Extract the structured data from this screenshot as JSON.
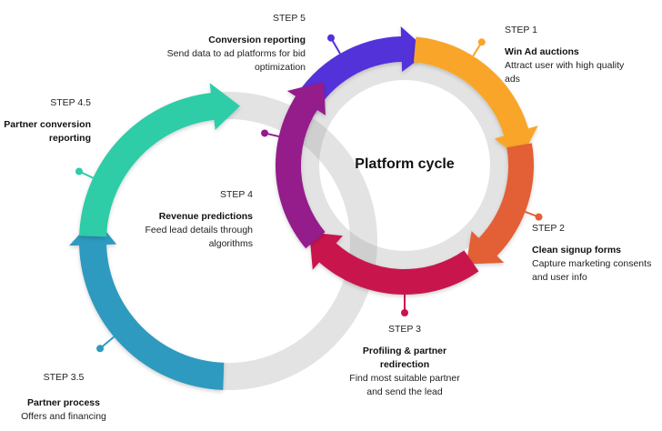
{
  "diagram": {
    "center_title": "Platform cycle",
    "colors": {
      "step1": "#F9A52B",
      "step2": "#E35F35",
      "step3": "#C8134E",
      "step4": "#941A8B",
      "step5": "#5330DA",
      "step4_5": "#2ECDA7",
      "step3_5": "#2E9ABF",
      "track": "#E3E3E3"
    },
    "steps": [
      {
        "id": "step1",
        "step": "STEP 1",
        "title": "Win Ad auctions",
        "description": "Attract user with high quality ads"
      },
      {
        "id": "step2",
        "step": "STEP 2",
        "title": "Clean signup forms",
        "description": "Capture marketing consents and user info"
      },
      {
        "id": "step3",
        "step": "STEP 3",
        "title": "Profiling & partner redirection",
        "description": "Find most suitable partner and send the lead"
      },
      {
        "id": "step3_5",
        "step": "STEP 3.5",
        "title": "Partner process",
        "description": "Offers and financing"
      },
      {
        "id": "step4",
        "step": "STEP 4",
        "title": "Revenue predictions",
        "description": "Feed lead details through algorithms"
      },
      {
        "id": "step4_5",
        "step": "STEP 4.5",
        "title": "Partner conversion reporting",
        "description": ""
      },
      {
        "id": "step5",
        "step": "STEP 5",
        "title": "Conversion reporting",
        "description": "Send data to ad platforms for bid optimization"
      }
    ]
  }
}
